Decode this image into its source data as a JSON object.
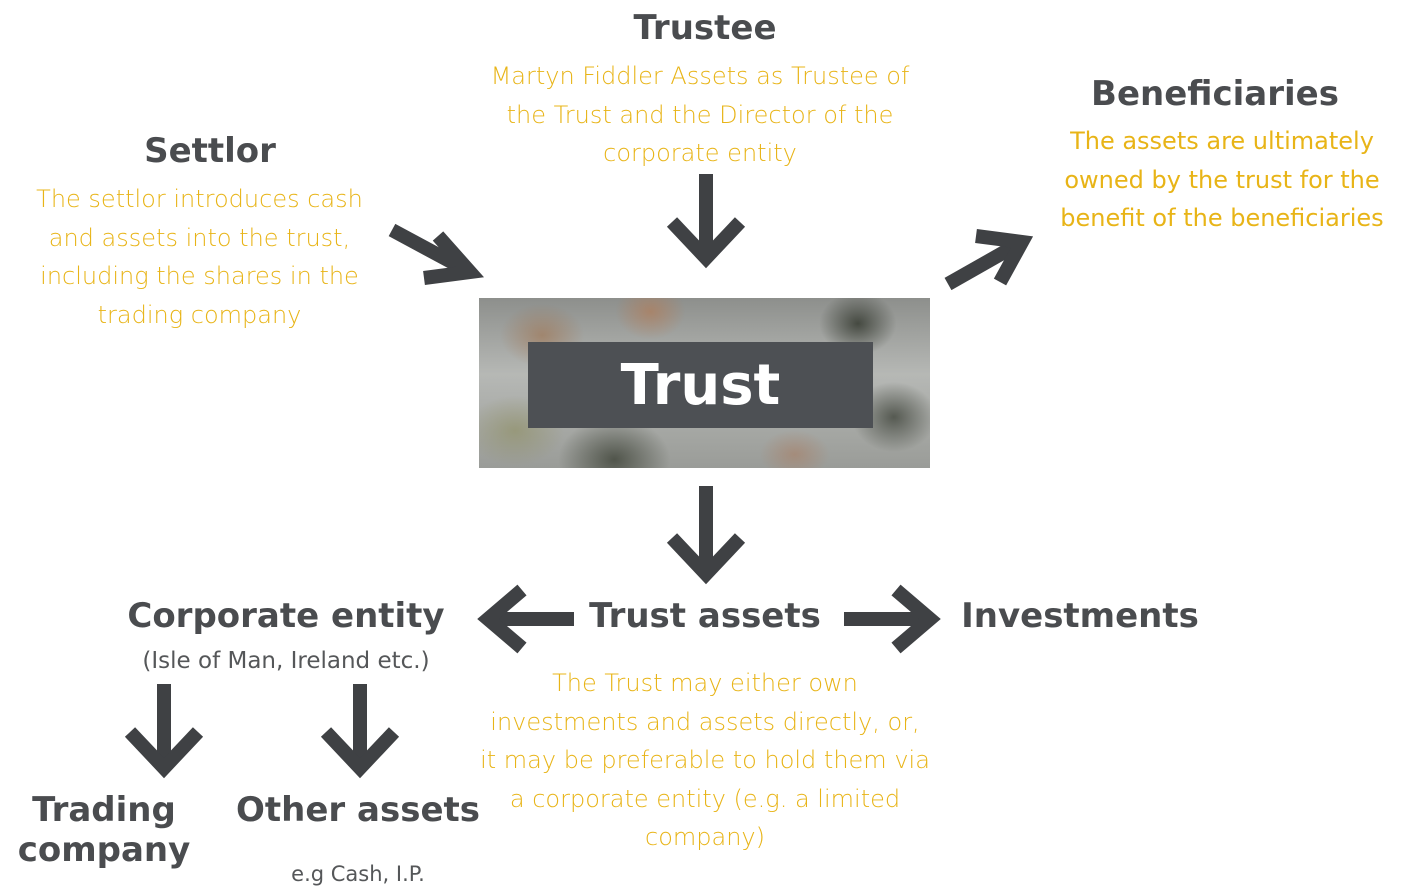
{
  "trustee": {
    "title": "Trustee",
    "description": "Martyn Fiddler Assets as Trustee of the Trust and the Director of the corporate entity"
  },
  "settlor": {
    "title": "Settlor",
    "description": "The settlor introduces cash and assets into the trust, including the shares in the trading company"
  },
  "beneficiaries": {
    "title": "Beneficiaries",
    "description": "The assets are ultimately owned by the trust for the benefit of the beneficiaries"
  },
  "trust": {
    "label": "Trust"
  },
  "trust_assets": {
    "title": "Trust assets",
    "description": "The Trust may either own investments and assets directly, or,  it may be preferable to hold them via a corporate entity (e.g. a limited company)"
  },
  "corporate_entity": {
    "title": "Corporate entity",
    "subtitle": "(Isle of Man, Ireland etc.)"
  },
  "investments": {
    "title": "Investments"
  },
  "trading_company": {
    "title": "Trading company"
  },
  "other_assets": {
    "title": "Other assets",
    "subtitle": "e.g Cash, I.P."
  },
  "colors": {
    "heading": "#4a4c4f",
    "description": "#e8b417",
    "arrow": "#3f4144",
    "trust_label_bg": "#4d5054"
  }
}
